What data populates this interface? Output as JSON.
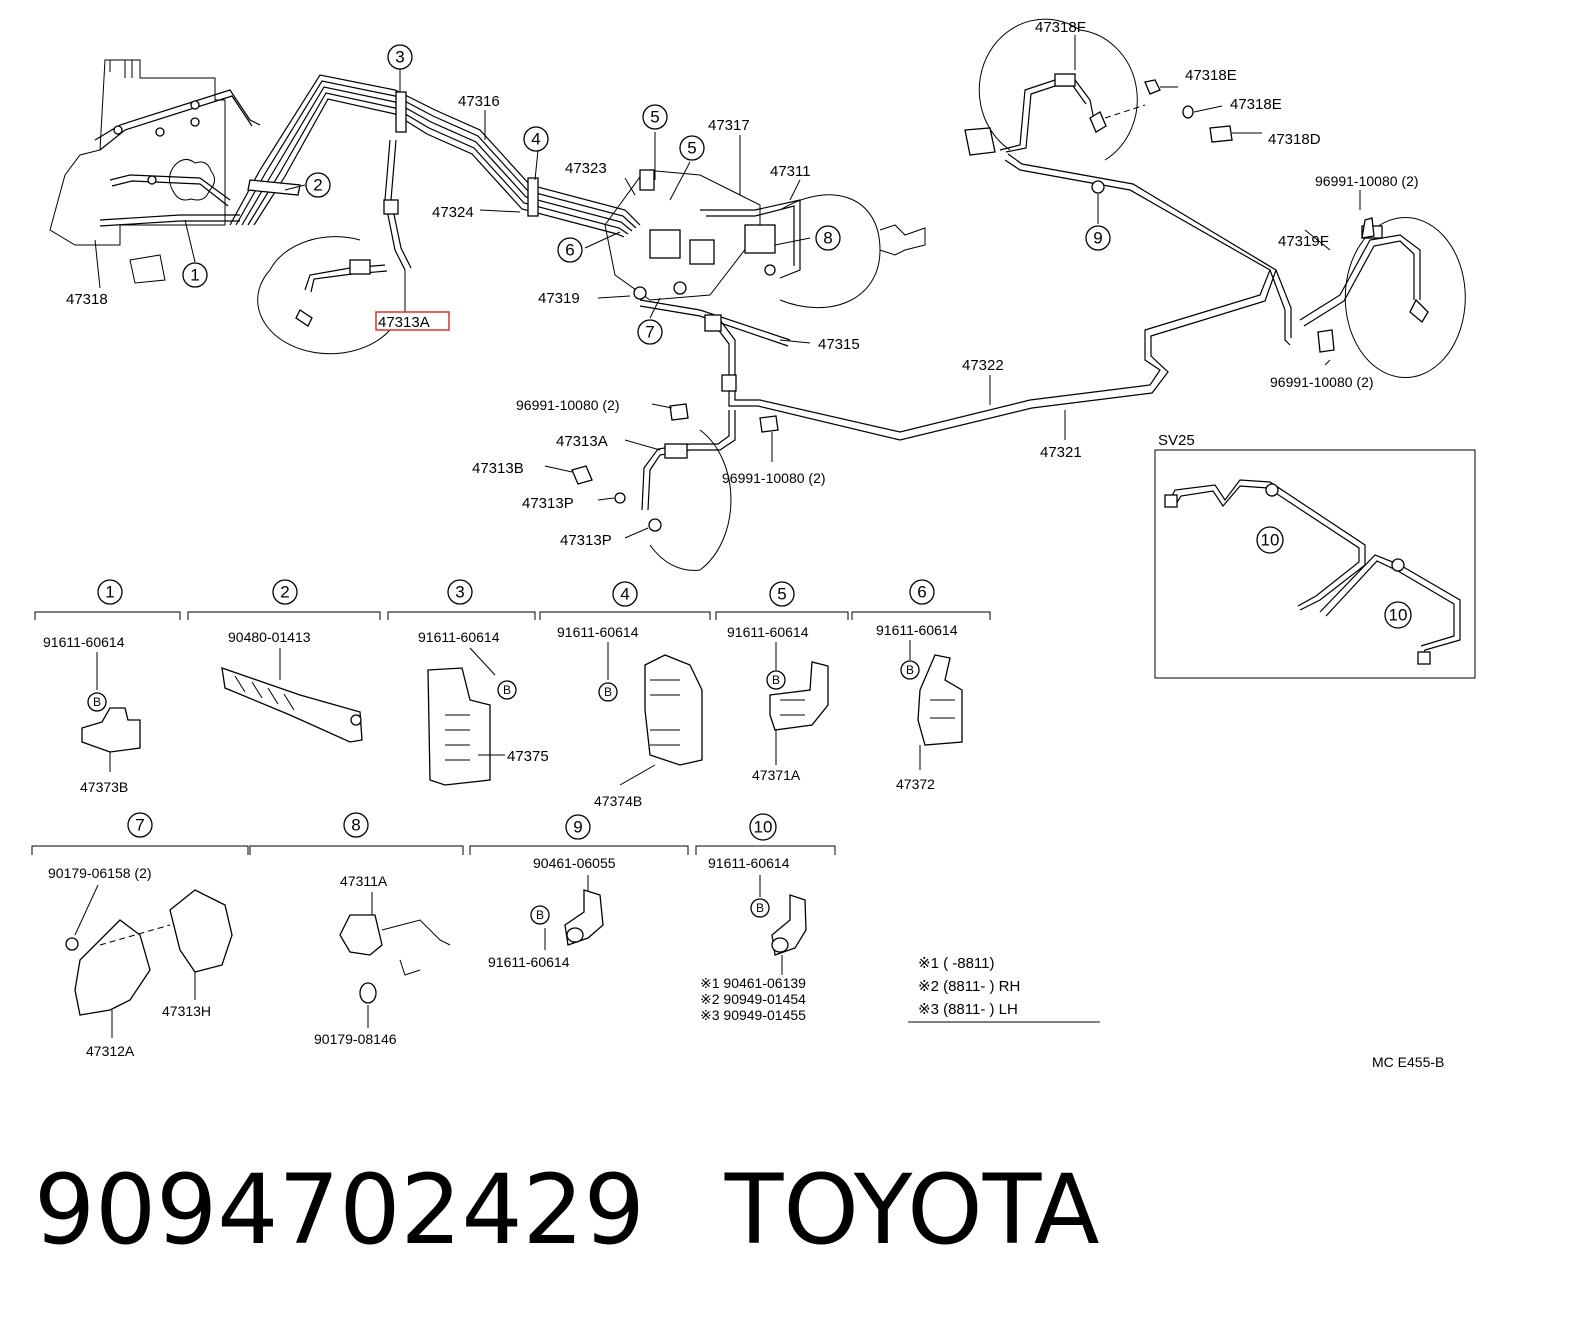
{
  "labels": {
    "l47318F": "47318F",
    "l47318E_1": "47318E",
    "l47318E_2": "47318E",
    "l47318D": "47318D",
    "l96991_tr": "96991-10080 (2)",
    "l47319F": "47319F",
    "l96991_rb": "96991-10080 (2)",
    "l47316": "47316",
    "l47317": "47317",
    "l47323": "47323",
    "l47311": "47311",
    "l47324": "47324",
    "l47318": "47318",
    "l47313A_top": "47313A",
    "l47319": "47319",
    "l47315": "47315",
    "l47322": "47322",
    "l47321": "47321",
    "l96991_ml": "96991-10080 (2)",
    "l47313A_mid": "47313A",
    "l96991_mr": "96991-10080 (2)",
    "l47313B": "47313B",
    "l47313P_1": "47313P",
    "l47313P_2": "47313P",
    "sv25": "SV25",
    "p1_code": "91611-60614",
    "p1_part": "47373B",
    "p2_code": "90480-01413",
    "p3_code": "91611-60614",
    "p3_part": "47375",
    "p4_code": "91611-60614",
    "p4_part": "47374B",
    "p5_code": "91611-60614",
    "p5_part": "47371A",
    "p6_code": "91611-60614",
    "p6_part": "47372",
    "p7_code": "90179-06158 (2)",
    "p7_part1": "47313H",
    "p7_part2": "47312A",
    "p8_code": "47311A",
    "p8_part": "90179-08146",
    "p9_code": "90461-06055",
    "p9_part": "91611-60614",
    "p10_code": "91611-60614",
    "p10_n1": "※1 90461-06139",
    "p10_n2": "※2 90949-01454",
    "p10_n3": "※3 90949-01455",
    "legend1": "※1 (        -8811)",
    "legend2": "※2 (8811-        ) RH",
    "legend3": "※3 (8811-        ) LH",
    "ref": "MC E455-B",
    "b": "B"
  },
  "circled": {
    "c1": "1",
    "c2": "2",
    "c3": "3",
    "c4": "4",
    "c5a": "5",
    "c5b": "5",
    "c6": "6",
    "c7": "7",
    "c8": "8",
    "c9": "9",
    "c10a": "10",
    "c10b": "10",
    "h1": "1",
    "h2": "2",
    "h3": "3",
    "h4": "4",
    "h5": "5",
    "h6": "6",
    "h7": "7",
    "h8": "8",
    "h9": "9",
    "h10": "10"
  },
  "footer": {
    "part_number": "9094702429",
    "brand": "TOYOTA"
  },
  "highlight_color": "#e03030"
}
